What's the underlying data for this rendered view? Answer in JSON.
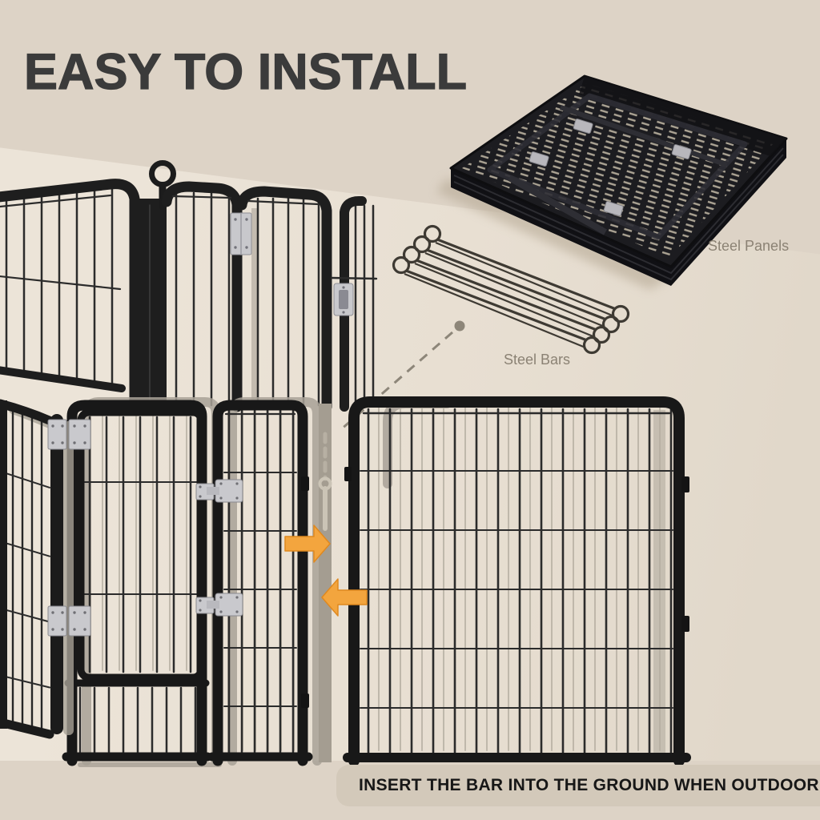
{
  "title": "EASY TO INSTALL",
  "labels": {
    "steel_panels": "Steel Panels",
    "steel_bars": "Steel Bars"
  },
  "banner": {
    "text": "INSERT THE BAR INTO THE GROUND WHEN OUTDOOR"
  },
  "diagram": {
    "steel_bars_count": 4,
    "arrow_count": 2,
    "arrows": [
      "right",
      "left"
    ]
  },
  "colors": {
    "background_upper": "#ddd3c6",
    "background_main": "#eae2d5",
    "background_lower": "#ddd3c6",
    "fence_black": "#1c1c1c",
    "ghost_gray": "#a8a196",
    "hardware_silver": "#c8c8cc",
    "arrow_orange": "#F3A53E",
    "label_gray": "#8b8274",
    "title_charcoal": "#3b3b3b",
    "banner_background": "#d3c9ba",
    "banner_text": "#171717"
  }
}
